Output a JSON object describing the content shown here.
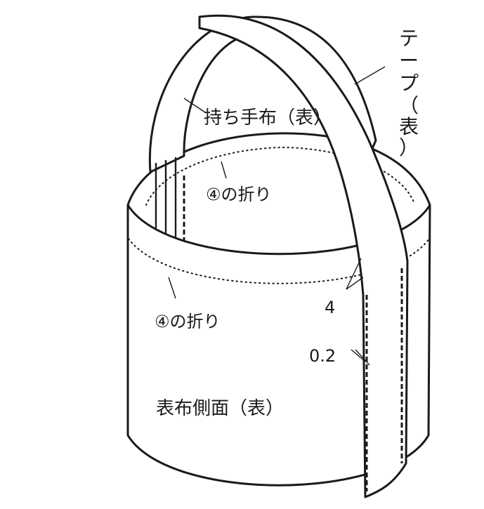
{
  "labels": {
    "handle_cloth": "持ち手布（表）",
    "tape_vertical": [
      "テ",
      "ー",
      "プ",
      "（",
      "表",
      "）"
    ],
    "fold_inner": "④の折り",
    "fold_outer": "④の折り",
    "measure_4": "4",
    "measure_02": "0.2",
    "outer_side": "表布側面（表）"
  },
  "colors": {
    "line": "#1a1a1a",
    "paper": "#ffffff"
  }
}
